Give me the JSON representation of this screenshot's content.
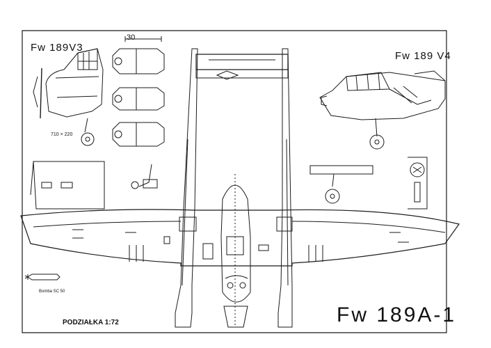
{
  "labels": {
    "v3": "Fw 189V3",
    "v4": "Fw 189 V4",
    "main_title": "Fw 189A-1",
    "scale": "PODZIAŁKA 1:72",
    "dimension": "30",
    "wheel_size": "710 × 220",
    "bomb": "Bomba SC 50"
  },
  "colors": {
    "ink": "#1a1a1a",
    "paper": "#ffffff"
  }
}
